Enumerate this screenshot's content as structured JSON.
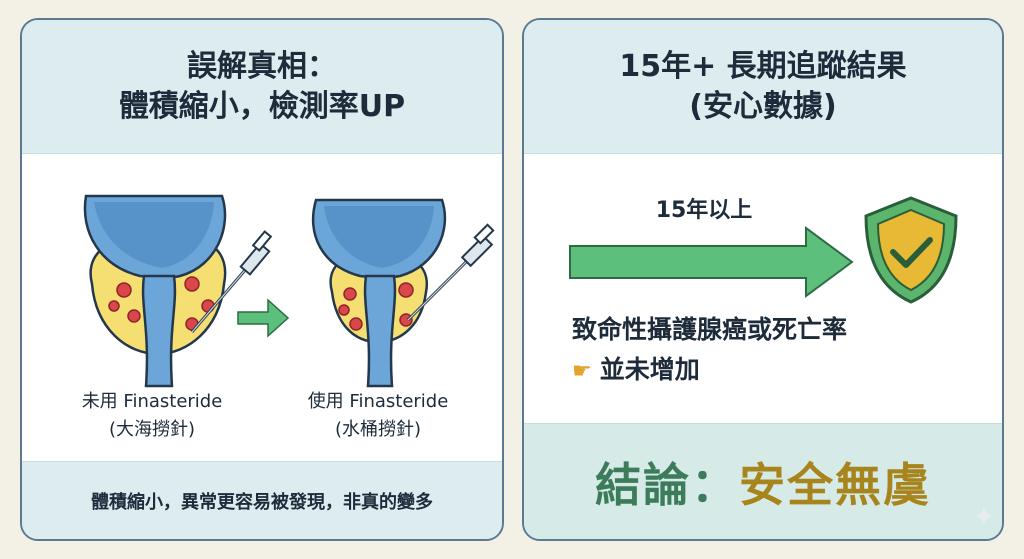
{
  "left_panel": {
    "title_line1": "誤解真相：",
    "title_line2": "體積縮小，檢測率UP",
    "before_caption_line1": "未用 Finasteride",
    "before_caption_line2": "(大海撈針)",
    "after_caption_line1": "使用 Finasteride",
    "after_caption_line2": "(水桶撈針)",
    "footer": "體積縮小，異常更容易被發現，非真的變多"
  },
  "right_panel": {
    "title_line1": "15年+ 長期追蹤結果",
    "title_line2": "(安心數據)",
    "duration_label": "15年以上",
    "finding_line1": "致命性攝護腺癌或死亡率",
    "finding_line2": "並未增加",
    "conclusion_prefix": "結論：",
    "conclusion_value": "安全無虞"
  },
  "icons": {
    "transition_arrow": "right-arrow-icon",
    "shield": "shield-check-icon",
    "pointer": "pointing-hand-icon",
    "needle": "biopsy-needle-icon"
  },
  "colors": {
    "header_bg": "#dcecef",
    "arrow_green": "#5cbf7c",
    "shield_green": "#5cb56c",
    "shield_gold": "#e8b935",
    "prostate_yellow": "#f5de72",
    "bladder_blue": "#6ca5d8",
    "lesion_red": "#d9474b",
    "conclusion_green": "#3d7c5a",
    "conclusion_gold": "#a7841c"
  }
}
